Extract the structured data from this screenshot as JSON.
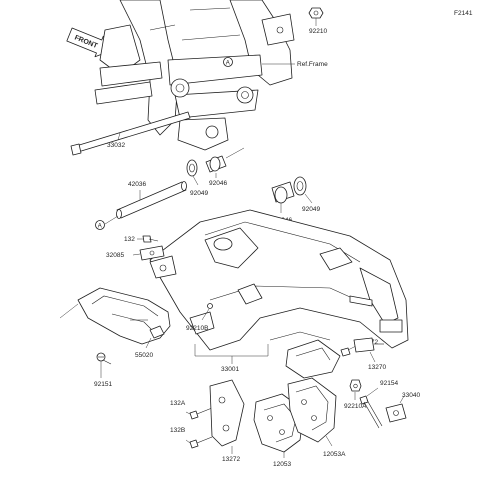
{
  "figure_code": "F2141",
  "front_label": "FRONT",
  "ref_frame_label": "Ref.Frame",
  "marker_a": "A",
  "callouts": {
    "p92210": "92210",
    "p33032": "33032",
    "p92046_upper": "92046",
    "p92049_upper": "92049",
    "p42036": "42036",
    "p92046_lower": "92046",
    "p92049_lower": "92049",
    "p132_upper": "132",
    "p32085": "32085",
    "p92210B": "92210B",
    "p55020": "55020",
    "p92151": "92151",
    "p33001": "33001",
    "p92172": "92172",
    "p13270": "13270",
    "p92154": "92154",
    "p33040": "33040",
    "p92210A": "92210A",
    "p132A": "132A",
    "p132B": "132B",
    "p13272": "13272",
    "p12053": "12053",
    "p12053A": "12053A"
  }
}
